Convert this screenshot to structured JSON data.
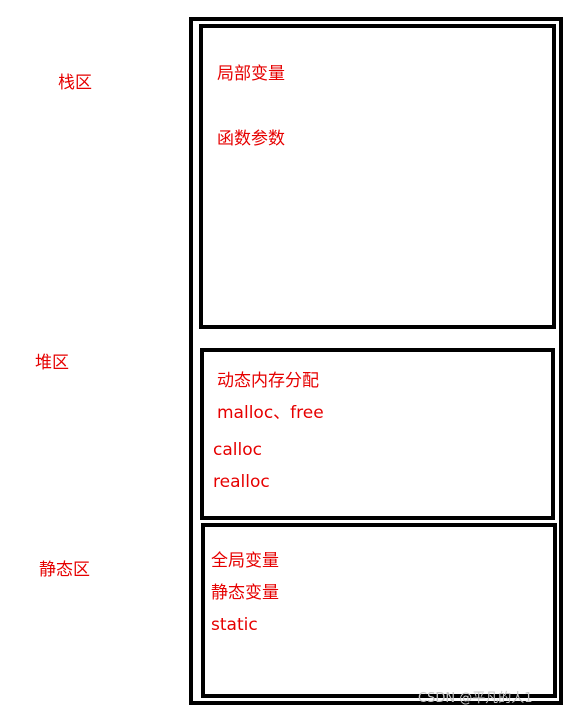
{
  "side_labels": {
    "stack": "栈区",
    "heap": "堆区",
    "static": "静态区"
  },
  "stack_box": {
    "items": [
      "局部变量",
      "函数参数"
    ]
  },
  "heap_box": {
    "items": [
      "动态内存分配",
      "malloc、free",
      "calloc",
      "realloc"
    ]
  },
  "static_box": {
    "items": [
      "全局变量",
      "静态变量",
      "static"
    ]
  },
  "watermark": "CSDN @平凡的人1",
  "colors": {
    "label_text": "#e60000",
    "border": "#000000"
  }
}
